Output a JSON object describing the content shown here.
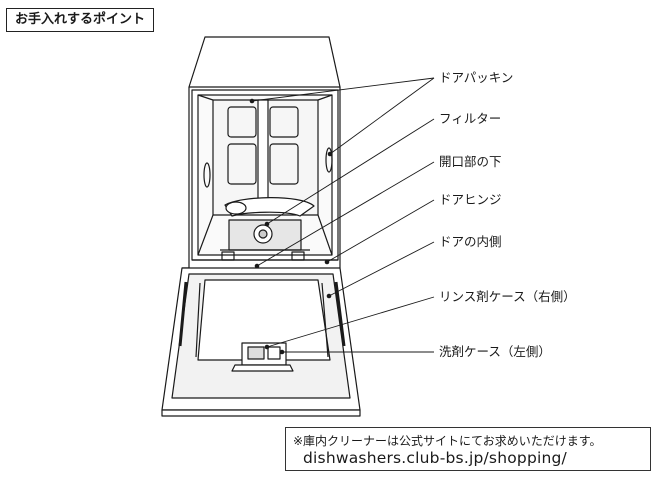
{
  "title": "お手入れするポイント",
  "callouts": [
    {
      "id": "door-packing",
      "label": "ドアパッキン"
    },
    {
      "id": "filter",
      "label": "フィルター"
    },
    {
      "id": "under-opening",
      "label": "開口部の下"
    },
    {
      "id": "door-hinge",
      "label": "ドアヒンジ"
    },
    {
      "id": "door-inside",
      "label": "ドアの内側"
    },
    {
      "id": "rinse-case",
      "label": "リンス剤ケース（右側）"
    },
    {
      "id": "detergent-case",
      "label": "洗剤ケース（左側）"
    }
  ],
  "note": {
    "line1": "※庫内クリーナーは公式サイトにてお求めいただけます。",
    "line2": "dishwashers.club-bs.jp/shopping/"
  },
  "colors": {
    "line": "#1a1a1a",
    "background": "#ffffff",
    "inner_panel": "#f2f2f2"
  }
}
